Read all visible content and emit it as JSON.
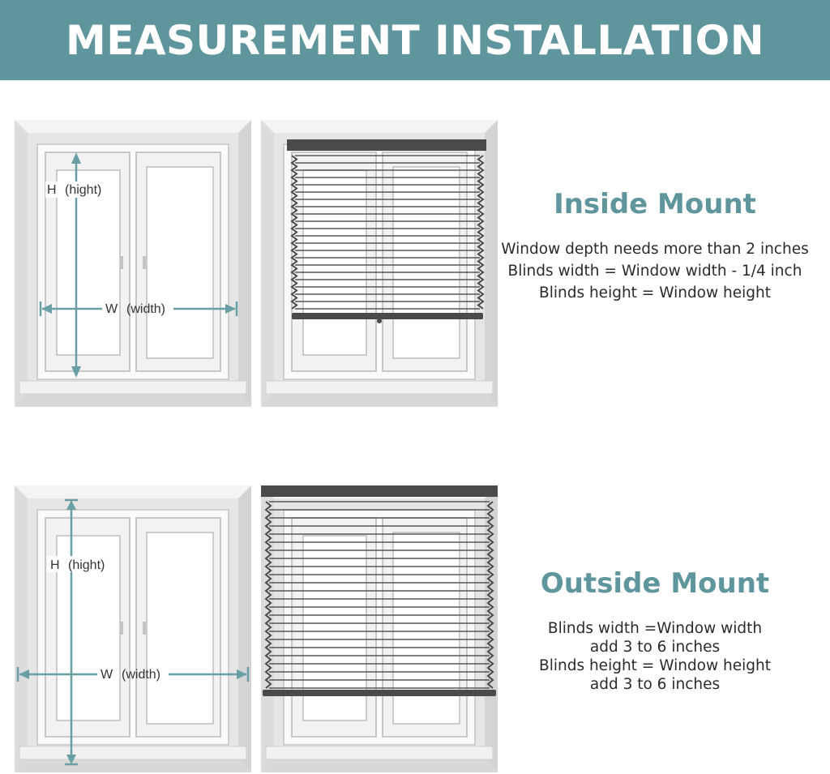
{
  "banner": {
    "title": "MEASUREMENT INSTALLATION"
  },
  "colors": {
    "accent": "#5f959c",
    "blind": "#4a4a4a",
    "dimension_line": "#6a9fa6"
  },
  "inside_mount": {
    "title": "Inside Mount",
    "lines": [
      "Window depth needs more than 2 inches",
      "Blinds width = Window width - 1/4 inch",
      "Blinds height = Window height"
    ],
    "labels": {
      "height_letter": "H",
      "height_word": "(hight)",
      "width_letter": "W",
      "width_word": "(width)"
    }
  },
  "outside_mount": {
    "title": "Outside Mount",
    "lines": [
      "Blinds width =Window width",
      "add 3 to 6 inches",
      "Blinds height = Window height",
      "add 3 to 6 inches"
    ],
    "labels": {
      "height_letter": "H",
      "height_word": "(hight)",
      "width_letter": "W",
      "width_word": "(width)"
    }
  }
}
